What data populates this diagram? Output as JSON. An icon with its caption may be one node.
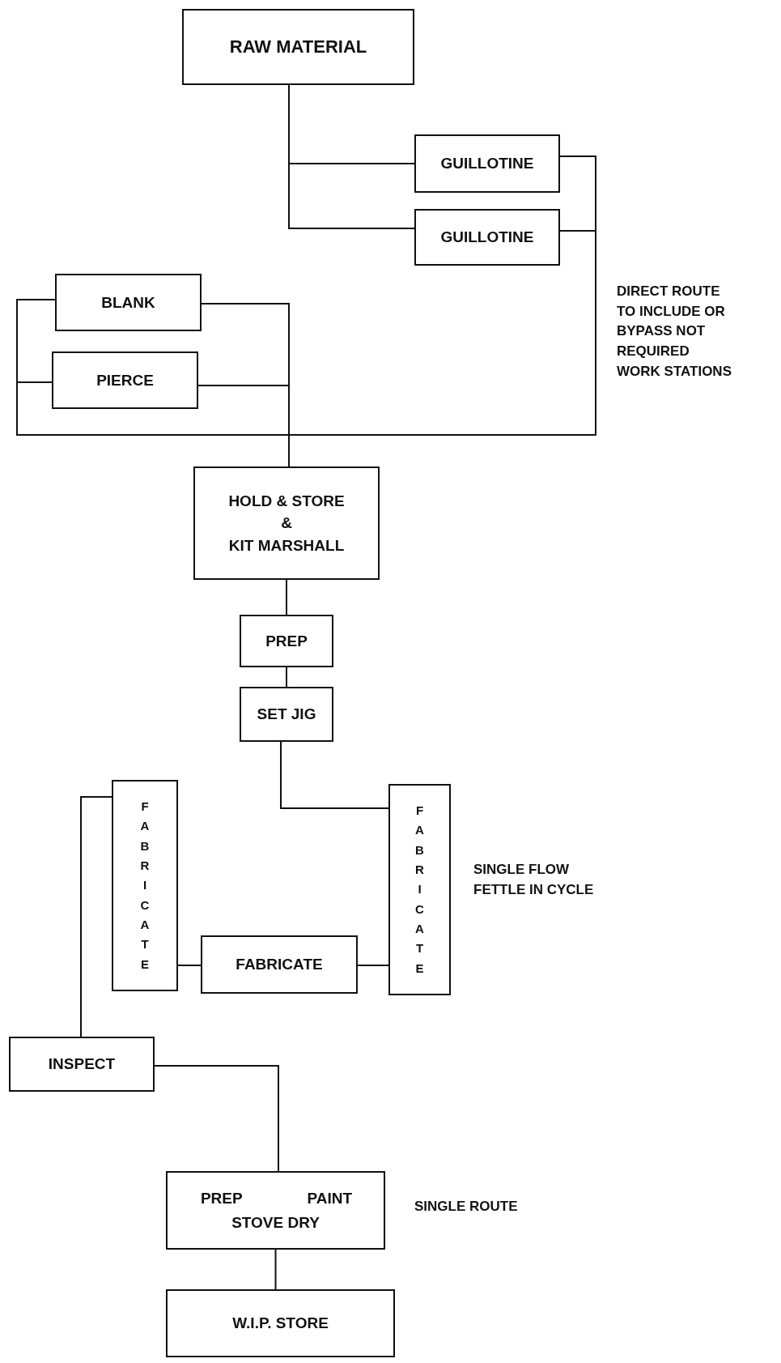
{
  "diagram": {
    "nodes": [
      {
        "text": [
          "RAW MATERIAL"
        ]
      },
      {
        "text": [
          "GUILLOTINE"
        ]
      },
      {
        "text": [
          "GUILLOTINE"
        ]
      },
      {
        "text": [
          "BLANK"
        ]
      },
      {
        "text": [
          "PIERCE"
        ]
      },
      {
        "text": [
          "HOLD & STORE",
          "&",
          "KIT MARSHALL"
        ]
      },
      {
        "text": [
          "PREP"
        ]
      },
      {
        "text": [
          "SET JIG"
        ]
      },
      {
        "text": [
          "FABRICATE"
        ]
      },
      {
        "text": [
          "FABRICATE"
        ]
      },
      {
        "text": [
          "FABRICATE"
        ]
      },
      {
        "text": [
          "INSPECT"
        ]
      },
      {
        "text": [
          "PREP",
          "PAINT",
          "STOVE DRY"
        ]
      },
      {
        "text": [
          "W.I.P. STORE"
        ]
      }
    ],
    "edges": [
      {
        "from": 0,
        "to": 1,
        "arrow": "none"
      },
      {
        "from": 0,
        "to": 2,
        "arrow": "none"
      },
      {
        "from": 1,
        "to": 5,
        "arrow": "none"
      },
      {
        "from": 2,
        "to": 5,
        "arrow": "none"
      },
      {
        "from": 1,
        "to": 3,
        "arrow": "none"
      },
      {
        "from": 1,
        "to": 4,
        "arrow": "none"
      },
      {
        "from": 2,
        "to": 3,
        "arrow": "none"
      },
      {
        "from": 2,
        "to": 4,
        "arrow": "none"
      },
      {
        "from": 3,
        "to": 5,
        "arrow": "none"
      },
      {
        "from": 4,
        "to": 5,
        "arrow": "none"
      },
      {
        "from": 5,
        "to": 6,
        "arrow": "none"
      },
      {
        "from": 6,
        "to": 7,
        "arrow": "none"
      },
      {
        "from": 7,
        "to": 9,
        "arrow": "none"
      },
      {
        "from": 9,
        "to": 10,
        "arrow": "none"
      },
      {
        "from": 10,
        "to": 8,
        "arrow": "none"
      },
      {
        "from": 8,
        "to": 11,
        "arrow": "none"
      },
      {
        "from": 11,
        "to": 12,
        "arrow": "none"
      },
      {
        "from": 12,
        "to": 13,
        "arrow": "none"
      }
    ],
    "labels": [
      "DIRECT ROUTE TO INCLUDE OR BYPASS NOT REQUIRED WORK STATIONS",
      "SINGLE FLOW FETTLE IN CYCLE",
      "SINGLE ROUTE"
    ]
  }
}
